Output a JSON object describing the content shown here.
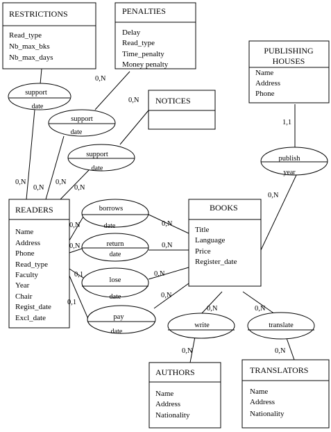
{
  "entities": {
    "restrictions": {
      "title": "RESTRICTIONS",
      "attrs": [
        "Read_type",
        "Nb_max_bks",
        "Nb_max_days"
      ]
    },
    "penalties": {
      "title": "PENALTIES",
      "attrs": [
        "Delay",
        "Read_type",
        "Time_penalty",
        "Money penalty"
      ]
    },
    "notices": {
      "title": "NOTICES",
      "attrs": []
    },
    "publishing_houses": {
      "title_lines": [
        "PUBLISHING",
        "HOUSES"
      ],
      "attrs": [
        "Name",
        "Address",
        "Phone"
      ]
    },
    "readers": {
      "title": "READERS",
      "attrs": [
        "Name",
        "Address",
        "Phone",
        "Read_type",
        "Faculty",
        "Year",
        "Chair",
        "Regist_date",
        "Excl_date"
      ]
    },
    "books": {
      "title": "BOOKS",
      "attrs": [
        "Title",
        "Language",
        "Price",
        "Register_date"
      ]
    },
    "authors": {
      "title": "AUTHORS",
      "attrs": [
        "Name",
        "Address",
        "Nationality"
      ]
    },
    "translators": {
      "title": "TRANSLATORS",
      "attrs": [
        "Name",
        "Address",
        "Nationality"
      ]
    }
  },
  "relationships": {
    "support_restrictions": {
      "name": "support",
      "attr": "date"
    },
    "support_penalties": {
      "name": "support",
      "attr": "date"
    },
    "support_notices": {
      "name": "support",
      "attr": "date"
    },
    "publish": {
      "name": "publish",
      "attr": "year"
    },
    "borrows": {
      "name": "borrows",
      "attr": "date"
    },
    "return": {
      "name": "return",
      "attr": "date"
    },
    "lose": {
      "name": "lose",
      "attr": "date"
    },
    "pay": {
      "name": "pay",
      "attr": "date"
    },
    "write": {
      "name": "write",
      "attr": ""
    },
    "translate": {
      "name": "translate",
      "attr": ""
    }
  },
  "cardinalities": {
    "restr_readers": "0,N",
    "pen_support": "0,N",
    "pen_readers": "0,N",
    "notices_support": "0,N",
    "notices_readers": "0,N",
    "readers_support": "0,N",
    "publish_ph": "1,1",
    "publish_books": "0,N",
    "readers_borrows": "0,N",
    "books_borrows": "0,N",
    "readers_return": "0,N",
    "books_return": "0,N",
    "readers_lose": "0,1",
    "books_lose": "0,N",
    "readers_pay": "0,1",
    "books_pay": "0,N",
    "books_write": "0,N",
    "books_translate": "0,N",
    "authors_write": "0,N",
    "translators_translate": "0,N"
  }
}
